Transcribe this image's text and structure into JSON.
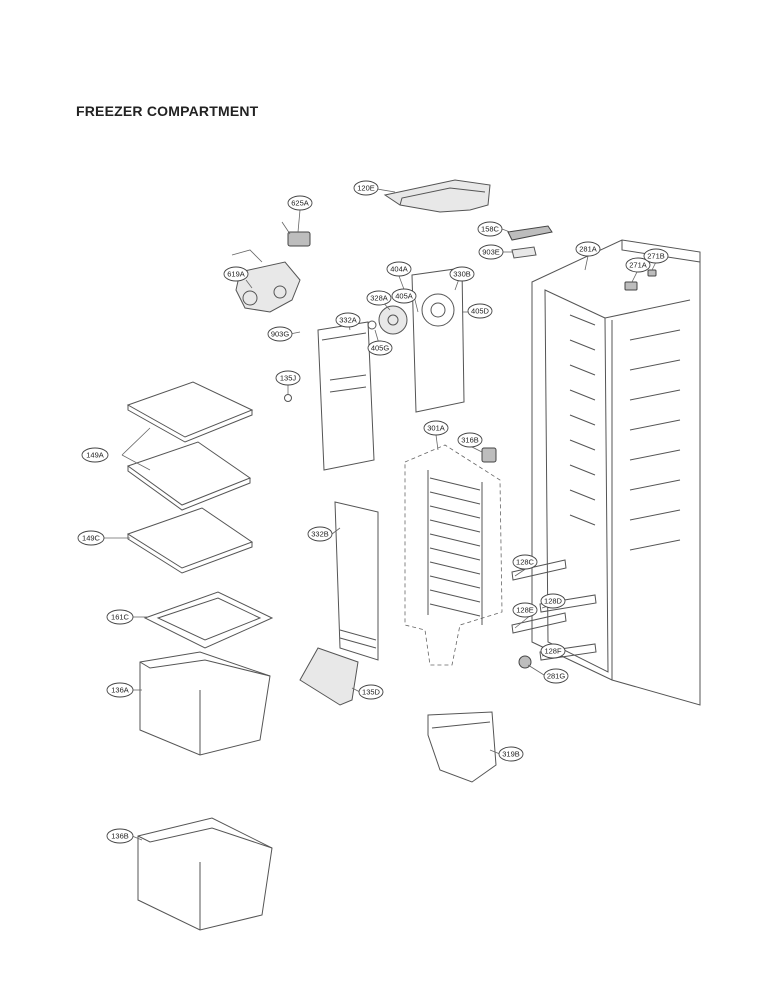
{
  "title": "FREEZER COMPARTMENT",
  "callouts": {
    "c120E": "120E",
    "c625A": "625A",
    "c158C": "158C",
    "c903E": "903E",
    "c281A": "281A",
    "c271A": "271A",
    "c271B": "271B",
    "c619A": "619A",
    "c404A": "404A",
    "c330B": "330B",
    "c328A": "328A",
    "c405A": "405A",
    "c332A": "332A",
    "c405D": "405D",
    "c903G": "903G",
    "c405G": "405G",
    "c135J": "135J",
    "c301A": "301A",
    "c316B": "316B",
    "c149A": "149A",
    "c149C": "149C",
    "c332B": "332B",
    "c128C": "128C",
    "c161C": "161C",
    "c128E": "128E",
    "c128D": "128D",
    "c128F": "128F",
    "c281G": "281G",
    "c136A": "136A",
    "c135D": "135D",
    "c319B": "319B",
    "c136B": "136B"
  }
}
